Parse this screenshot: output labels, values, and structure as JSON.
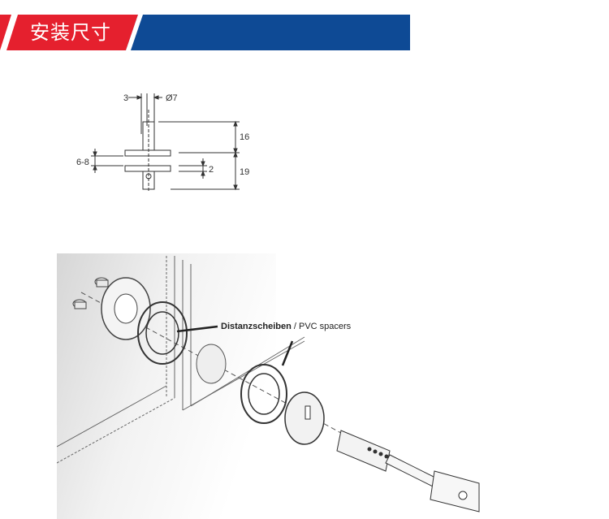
{
  "header": {
    "title": "安装尺寸",
    "colors": {
      "red": "#e5202e",
      "blue": "#0e4a95"
    }
  },
  "dimensions": {
    "gap_label": "3",
    "diameter_label": "Ø7",
    "upper_height_label": "16",
    "lower_height_label": "19",
    "thickness_range_label": "6-8",
    "spacer_label": "2"
  },
  "installation": {
    "callout_bold": "Distanzscheiben",
    "callout_separator": " / ",
    "callout_text": "PVC spacers"
  }
}
